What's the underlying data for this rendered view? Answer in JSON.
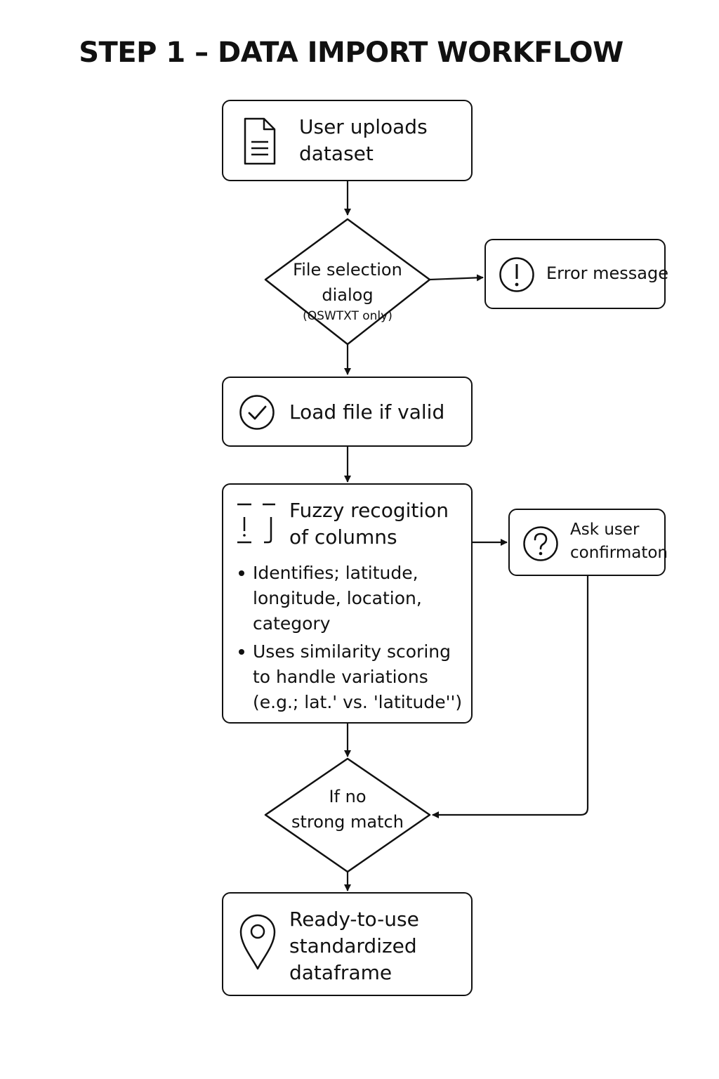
{
  "title": "STEP 1 – DATA IMPORT WORKFLOW",
  "nodes": {
    "upload": {
      "line1": "User uploads",
      "line2": "dataset",
      "icon": "document-icon"
    },
    "file_dialog": {
      "line1": "File selection",
      "line2": "dialog",
      "note": "(OSWTXT only)"
    },
    "error": {
      "label": "Error message",
      "icon": "exclamation-circle-icon"
    },
    "load": {
      "label": "Load file if valid",
      "icon": "check-circle-icon"
    },
    "fuzzy": {
      "line1": "Fuzzy recogition",
      "line2": "of columns",
      "icon": "column-brackets-icon",
      "bullets": [
        "Identifies; latitude,\nlongitude, location,\ncategory",
        "Uses similarity scoring\nto handle variations\n(e.g.; lat.' vs. 'latitude'')"
      ]
    },
    "ask_user": {
      "line1": "Ask user",
      "line2": "confirmaton",
      "icon": "question-circle-icon"
    },
    "no_match": {
      "line1": "If no",
      "line2": "strong match"
    },
    "ready": {
      "line1": "Ready-to-use",
      "line2": "standardized",
      "line3": "dataframe",
      "icon": "map-pin-icon"
    }
  },
  "colors": {
    "stroke": "#111111",
    "background": "#ffffff"
  }
}
